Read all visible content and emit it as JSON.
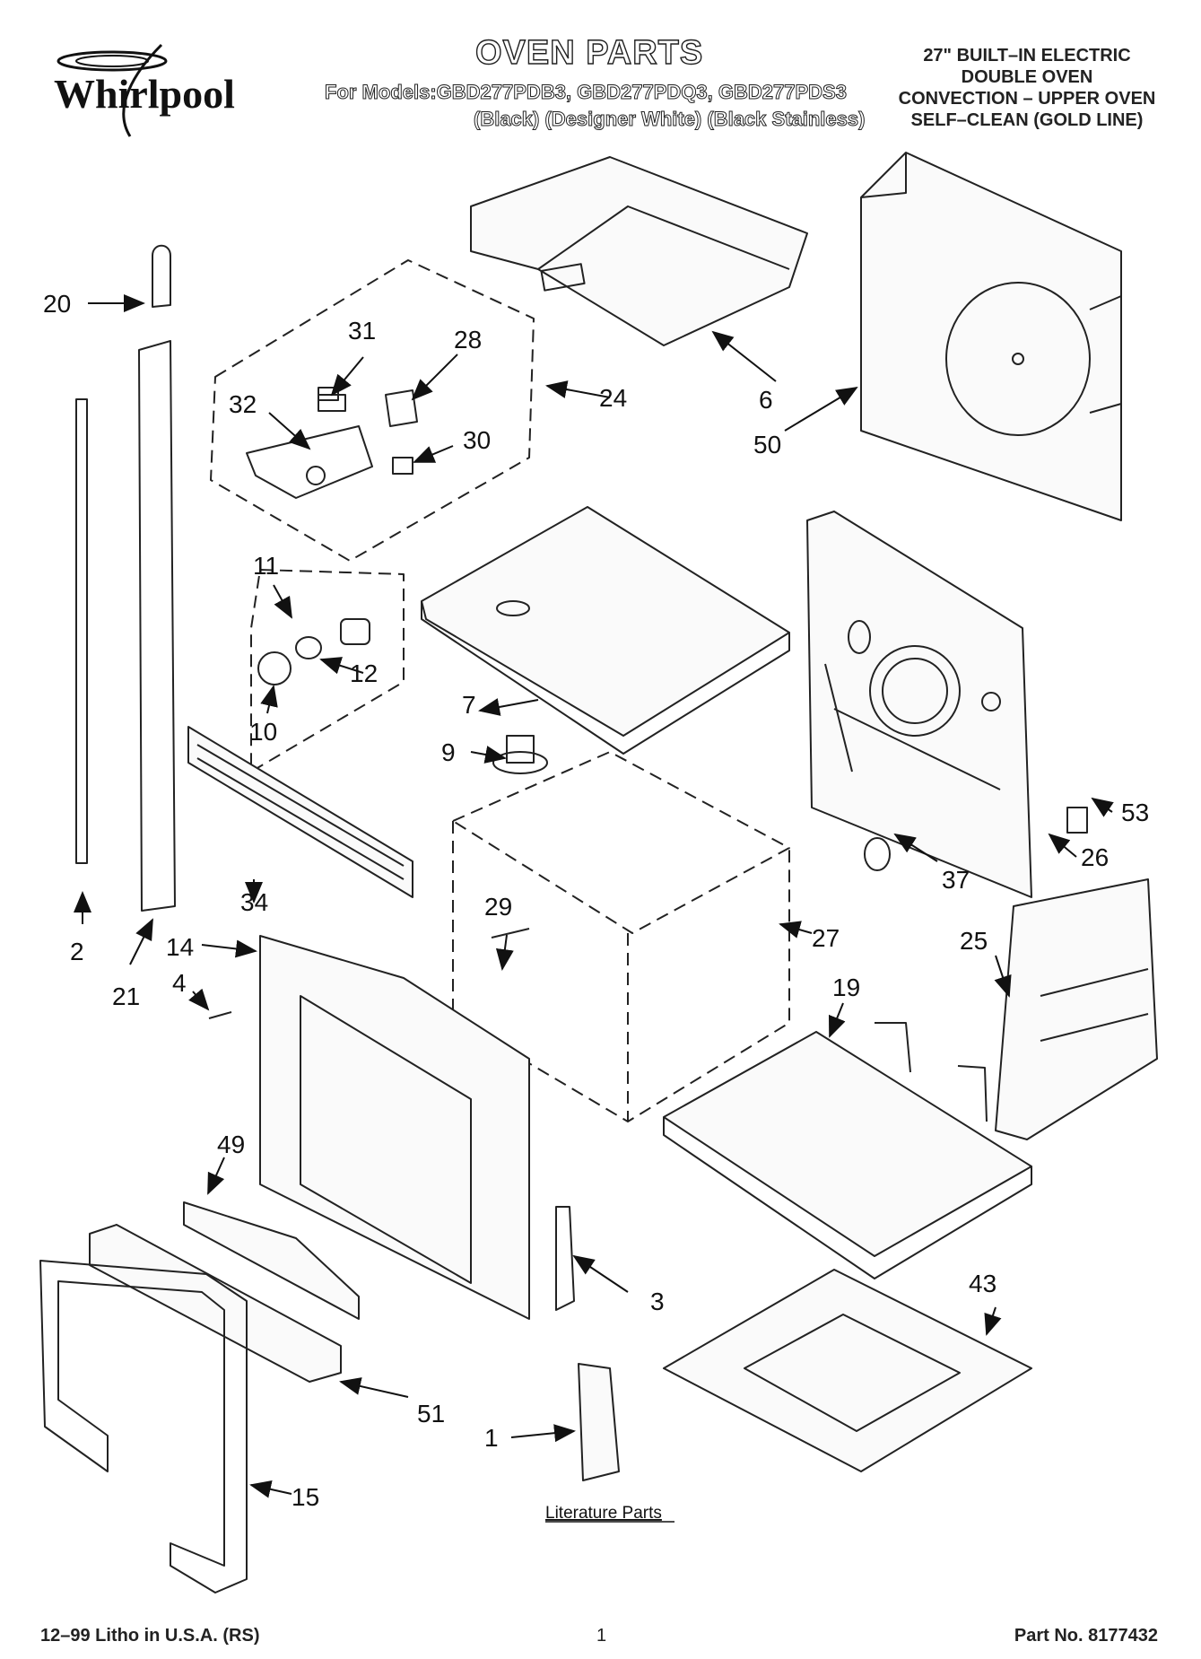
{
  "header": {
    "brand": "Whirlpool",
    "title": "OVEN PARTS",
    "models_line": "For Models:GBD277PDB3, GBD277PDQ3, GBD277PDS3",
    "variants_line": "(Black)     (Designer White) (Black Stainless)",
    "product_lines": [
      "27\" BUILT–IN ELECTRIC",
      "DOUBLE OVEN",
      "CONVECTION – UPPER OVEN",
      "SELF–CLEAN (GOLD LINE)"
    ]
  },
  "callouts": [
    "20",
    "31",
    "28",
    "24",
    "6",
    "50",
    "32",
    "30",
    "11",
    "12",
    "10",
    "7",
    "9",
    "53",
    "26",
    "37",
    "34",
    "29",
    "27",
    "25",
    "2",
    "21",
    "14",
    "4",
    "19",
    "49",
    "3",
    "43",
    "51",
    "1",
    "15"
  ],
  "literature_label": "Literature Parts",
  "footer": {
    "left": "12–99 Litho in U.S.A. (RS)",
    "page": "1",
    "part_no": "Part No. 8177432"
  }
}
